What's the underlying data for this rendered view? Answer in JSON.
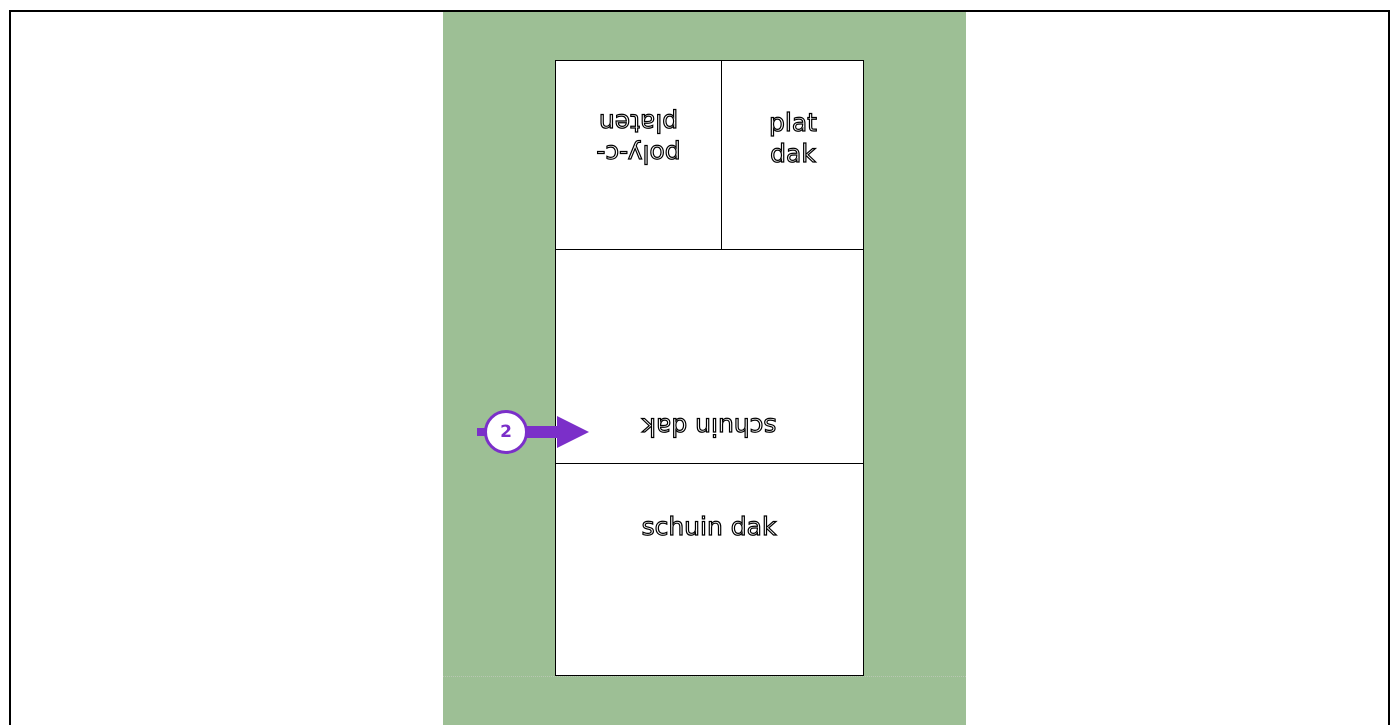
{
  "colors": {
    "background_green": "#9dbf95",
    "callout_purple": "#7b2fc9",
    "outline": "#000000"
  },
  "plan": {
    "cells": {
      "top_left_label": "poly-c-\nplaten",
      "top_right_label": "plat\ndak",
      "middle_label": "schuin dak",
      "bottom_label": "schuin dak"
    }
  },
  "callout": {
    "number": "2",
    "icon": "arrow-right-icon"
  }
}
